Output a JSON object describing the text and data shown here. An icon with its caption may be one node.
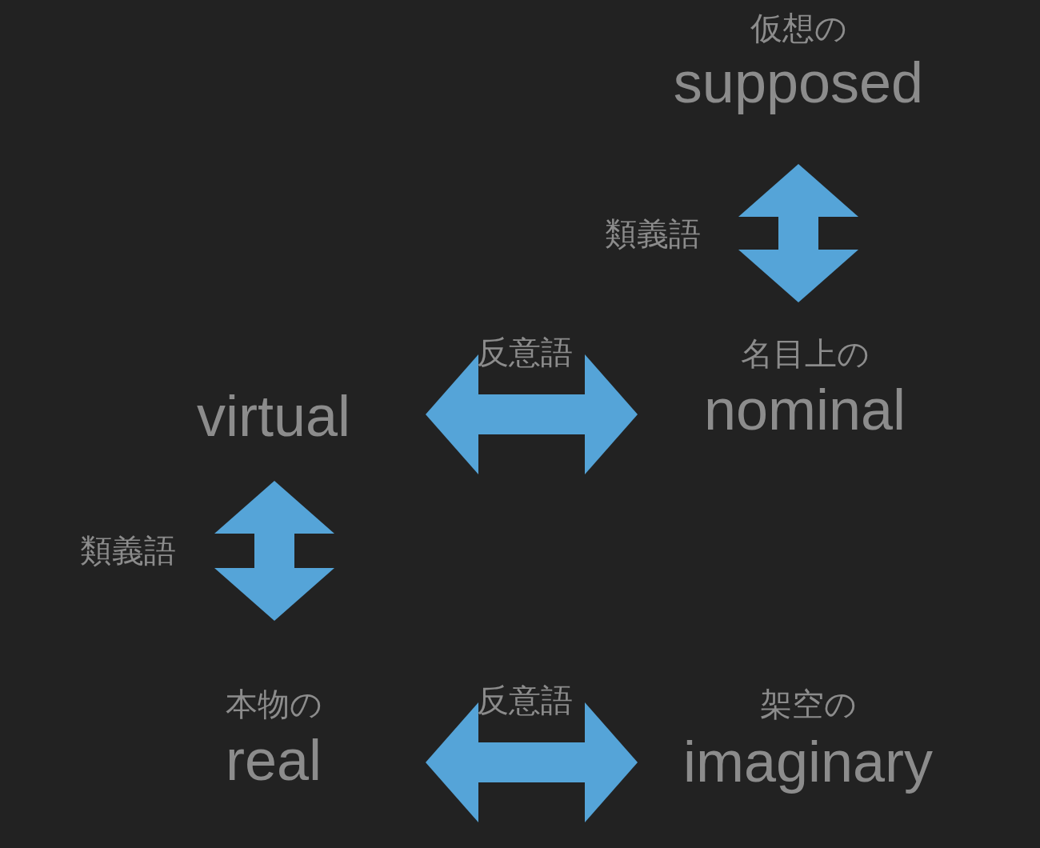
{
  "diagram": {
    "nodes": [
      {
        "text": [
          "仮想の",
          "supposed"
        ]
      },
      {
        "text": [
          "virtual"
        ]
      },
      {
        "text": [
          "名目上の",
          "nominal"
        ]
      },
      {
        "text": [
          "本物の",
          "real"
        ]
      },
      {
        "text": [
          "架空の",
          "imaginary"
        ]
      }
    ],
    "edges": [
      {
        "from": 0,
        "to": 2,
        "arrow": "both",
        "label": "類義語"
      },
      {
        "from": 1,
        "to": 2,
        "arrow": "both",
        "label": "反意語"
      },
      {
        "from": 1,
        "to": 3,
        "arrow": "both",
        "label": "類義語"
      },
      {
        "from": 3,
        "to": 4,
        "arrow": "both",
        "label": "反意語"
      }
    ]
  }
}
